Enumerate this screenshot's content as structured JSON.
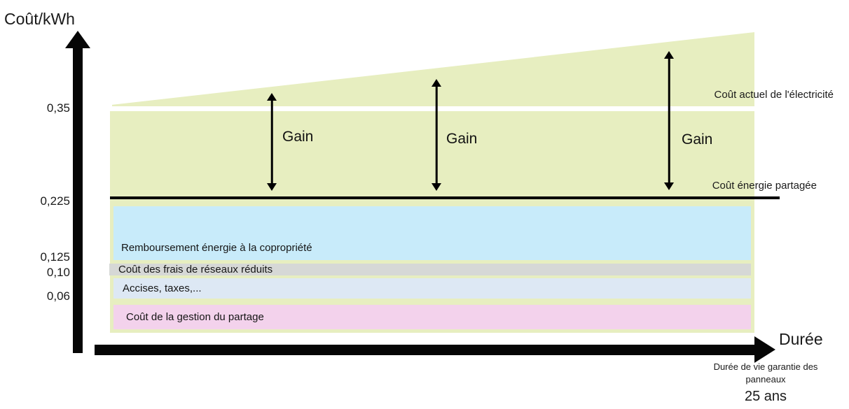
{
  "colors": {
    "band_yellow": "#e7eec0",
    "band_blue": "#c8ebfa",
    "band_gray": "#d6d8d6",
    "band_pale_blue": "#dde8f4",
    "band_pink": "#f3d2ec",
    "axis_black": "#060606"
  },
  "y_axis": {
    "label": "Coût/kWh",
    "ticks": [
      {
        "value": "0,35"
      },
      {
        "value": "0,225"
      },
      {
        "value": "0,125"
      },
      {
        "value": "0,10"
      },
      {
        "value": "0,06"
      }
    ]
  },
  "x_axis": {
    "label": "Durée",
    "note_line1": "Durée de vie garantie des",
    "note_line2": "panneaux",
    "note_value": "25 ans"
  },
  "annotations": {
    "current_cost": "Coût actuel de l'électricité",
    "shared_cost": "Coût énergie partagée",
    "gain": "Gain"
  },
  "bands": {
    "reimbursement": "Remboursement énergie à la copropriété",
    "network_fees": "Coût des frais de réseaux réduits",
    "taxes": "Accises, taxes,...",
    "management": "Coût de la gestion du partage"
  },
  "chart_data": {
    "type": "area",
    "title": "",
    "xlabel": "Durée",
    "ylabel": "Coût/kWh",
    "x_range_years": [
      0,
      25
    ],
    "x_note": "Durée de vie garantie des panneaux : 25 ans",
    "y_ticks": [
      0.06,
      0.1,
      0.125,
      0.225,
      0.35
    ],
    "grid": false,
    "legend": "none",
    "series": [
      {
        "name": "Coût actuel de l'électricité",
        "role": "rising-upper-boundary",
        "y_start": 0.35,
        "y_end_estimate": 0.46,
        "color": "#e7eec0"
      },
      {
        "name": "Gain",
        "role": "gap-between-current-cost-and-shared-cost",
        "y_from": 0.225,
        "y_to_start": 0.35,
        "y_to_end_estimate": 0.46,
        "color": "#e7eec0",
        "annotation_count": 3
      },
      {
        "name": "Coût énergie partagée",
        "role": "reference-line",
        "value": 0.225,
        "color": "#000000"
      },
      {
        "name": "Remboursement énergie à la copropriété",
        "y_from": 0.125,
        "y_to": 0.225,
        "color": "#c8ebfa"
      },
      {
        "name": "Coût des frais de réseaux réduits",
        "y_from": 0.1,
        "y_to": 0.125,
        "color": "#d6d8d6"
      },
      {
        "name": "Accises, taxes,...",
        "y_from": 0.06,
        "y_to": 0.1,
        "color": "#dde8f4"
      },
      {
        "name": "Coût de la gestion du partage",
        "y_from": 0.0,
        "y_to": 0.06,
        "color": "#f3d2ec"
      }
    ]
  }
}
